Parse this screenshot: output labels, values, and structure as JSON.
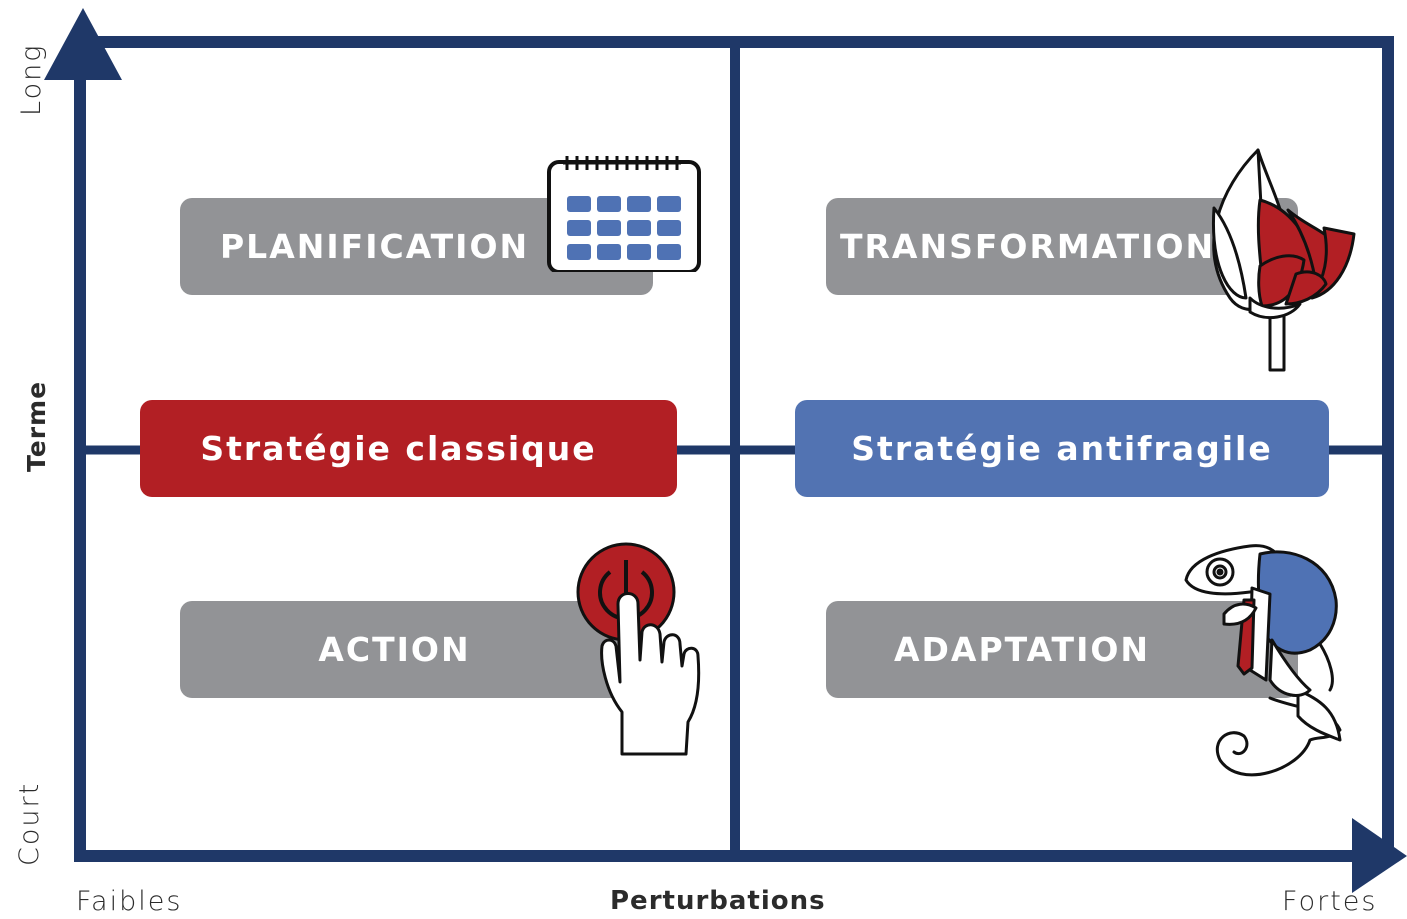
{
  "colors": {
    "axis": "#1f3868",
    "grey_box": "#929396",
    "classic": "#b21f24",
    "antifragile": "#5273b2",
    "calendar_cells": "#4f72b4",
    "button_red": "#b21f24",
    "jacket_blue": "#4f72b4"
  },
  "axes": {
    "y_title": "Terme",
    "y_low": "Court",
    "y_high": "Long",
    "x_title": "Perturbations",
    "x_low": "Faibles",
    "x_high": "Fortes"
  },
  "quadrants": {
    "top_left": {
      "label": "PLANIFICATION",
      "icon": "calendar-icon"
    },
    "top_right": {
      "label": "TRANSFORMATION",
      "icon": "flower-bud-icon"
    },
    "bottom_left": {
      "label": "ACTION",
      "icon": "power-button-hand-icon"
    },
    "bottom_right": {
      "label": "ADAPTATION",
      "icon": "chameleon-icon"
    }
  },
  "strategies": {
    "classic": "Stratégie classique",
    "antifragile": "Stratégie antifragile"
  }
}
